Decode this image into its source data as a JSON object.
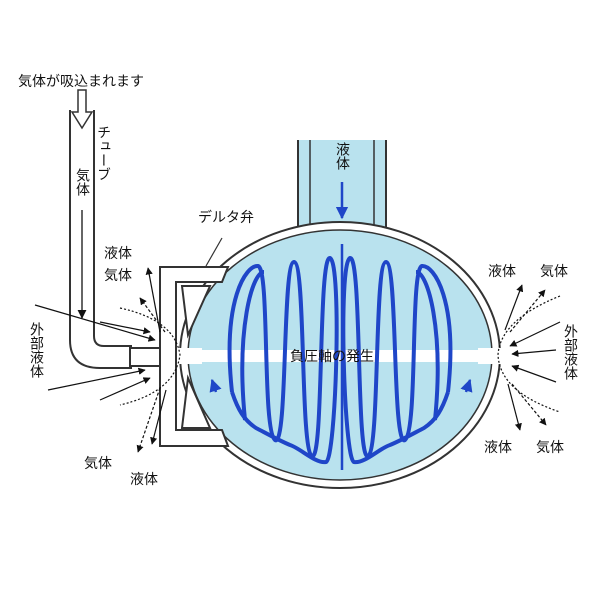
{
  "labels": {
    "intake": "気体が吸込まれます",
    "tube": "チューブ",
    "gas_in_tube": "気体",
    "delta_valve": "デルタ弁",
    "liquid_top": "液体",
    "axis": "負圧軸の発生",
    "left_liquid": "液体",
    "left_gas": "気体",
    "left_outer_liquid": "外部液体",
    "left_bottom_gas": "気体",
    "left_bottom_liquid": "液体",
    "right_liquid": "液体",
    "right_gas": "気体",
    "right_outer_liquid": "外部液体",
    "right_bottom_liquid": "液体",
    "right_bottom_gas": "気体"
  },
  "colors": {
    "liquid_fill": "#b9e2ee",
    "spiral": "#1f46c8",
    "outline": "#333333"
  }
}
